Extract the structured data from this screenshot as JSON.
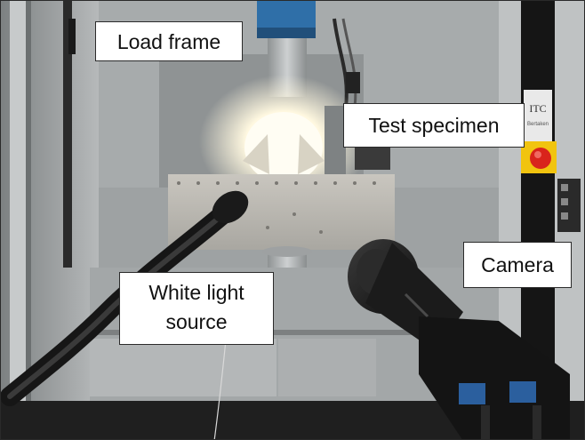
{
  "labels": {
    "load_frame": "Load frame",
    "test_specimen": "Test specimen",
    "camera": "Camera",
    "white_light_source_line1": "White light",
    "white_light_source_line2": "source"
  },
  "signage": {
    "panel_text": "ITC",
    "panel_subtext": "Bertaken"
  },
  "colors": {
    "steel": "#b9bcbd",
    "frame_dark": "#1c1c1c",
    "actuator_blue": "#2f6fa8",
    "emergency_red": "#d9241c",
    "emergency_yellow": "#f1c40f",
    "light_glow": "#fffbe8",
    "connector_blue": "#2b5f9e"
  }
}
